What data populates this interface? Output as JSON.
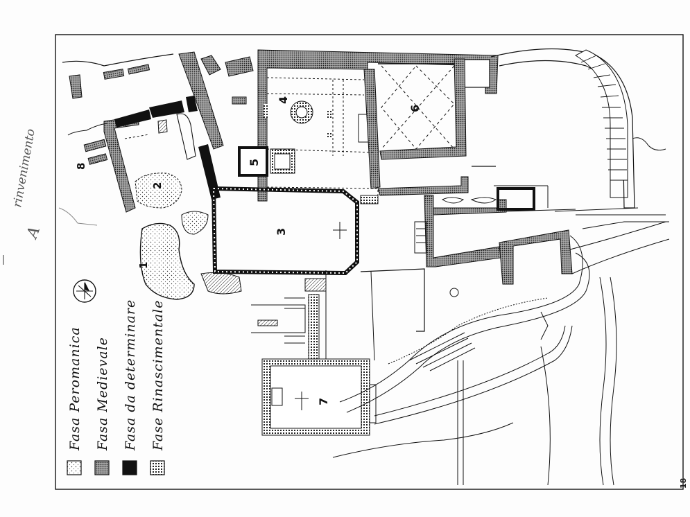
{
  "page_number": "18",
  "handwritten_note": "rinvenimento",
  "handwritten_mark": "A",
  "rooms": [
    {
      "id": "room-1",
      "label": "1"
    },
    {
      "id": "room-2",
      "label": "2"
    },
    {
      "id": "room-3",
      "label": "3"
    },
    {
      "id": "room-4",
      "label": "4"
    },
    {
      "id": "room-5",
      "label": "5"
    },
    {
      "id": "room-6",
      "label": "6"
    },
    {
      "id": "room-7",
      "label": "7"
    },
    {
      "id": "room-8",
      "label": "8"
    }
  ],
  "legend": [
    {
      "label": "Fasa Peromanica",
      "pattern": "sparse-dots"
    },
    {
      "label": "Fasa Medievale",
      "pattern": "dense-dots"
    },
    {
      "label": "Fasa da determinare",
      "pattern": "solid-black"
    },
    {
      "label": "Fase Rinascimentale",
      "pattern": "grid-dots"
    }
  ],
  "colors": {
    "ink": "#111111",
    "paper": "#fdfdfd",
    "pencil": "#666666"
  }
}
